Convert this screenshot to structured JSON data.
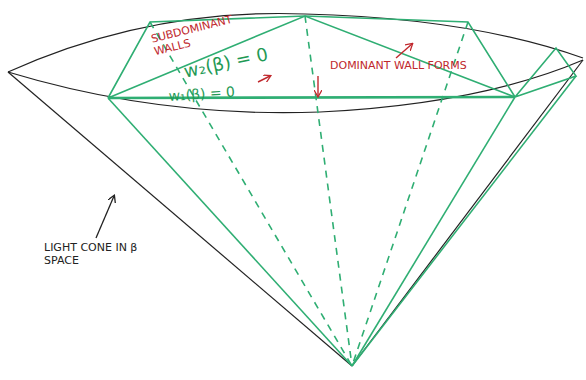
{
  "diagram": {
    "labels": [
      "SUBDOMINANT WALLS",
      "w₂(β) = 0",
      "w₁(β) = 0",
      "DOMINANT WALL FORMS",
      "LIGHT CONE IN β SPACE"
    ]
  }
}
